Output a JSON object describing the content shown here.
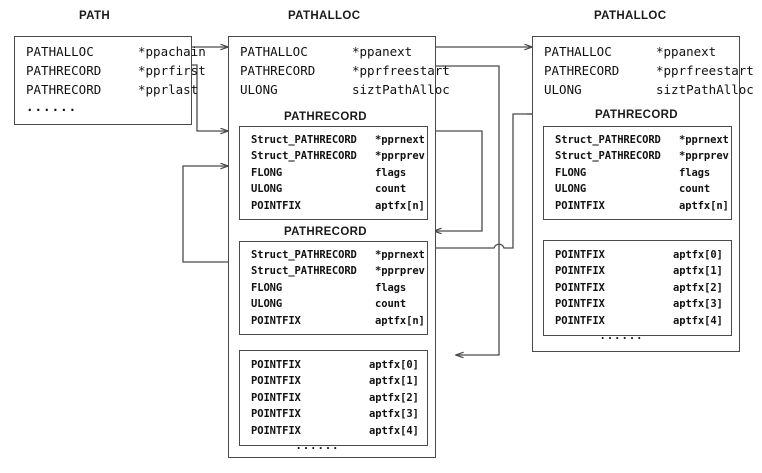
{
  "diagram": {
    "title": "PATH / PATHALLOC / PATHRECORD structure chain",
    "stroke_color": "#4a4a4a",
    "text_color": "#111111",
    "background": "#ffffff",
    "ellipsis": "......"
  },
  "captions": {
    "path": "PATH",
    "pathalloc_mid": "PATHALLOC",
    "pathalloc_right": "PATHALLOC",
    "pathrecord_mid_1": "PATHRECORD",
    "pathrecord_mid_2": "PATHRECORD",
    "pathrecord_right": "PATHRECORD"
  },
  "path_struct": {
    "fields": [
      {
        "type": "PATHALLOC",
        "name": "*ppachain"
      },
      {
        "type": "PATHRECORD",
        "name": "*pprfirst"
      },
      {
        "type": "PATHRECORD",
        "name": "*pprlast"
      }
    ],
    "more": "......"
  },
  "pathalloc_mid": {
    "fields": [
      {
        "type": "PATHALLOC",
        "name": "*ppanext"
      },
      {
        "type": "PATHRECORD",
        "name": "*pprfreestart"
      },
      {
        "type": "ULONG",
        "name": "siztPathAlloc"
      }
    ]
  },
  "pathalloc_right": {
    "fields": [
      {
        "type": "PATHALLOC",
        "name": "*ppanext"
      },
      {
        "type": "PATHRECORD",
        "name": "*pprfreestart"
      },
      {
        "type": "ULONG",
        "name": "siztPathAlloc"
      }
    ]
  },
  "pathrecord_mid_1": {
    "fields": [
      {
        "type": "Struct_PATHRECORD",
        "name": "*pprnext"
      },
      {
        "type": "Struct_PATHRECORD",
        "name": "*pprprev"
      },
      {
        "type": "FLONG",
        "name": "flags"
      },
      {
        "type": "ULONG",
        "name": "count"
      },
      {
        "type": "POINTFIX",
        "name": "aptfx[n]"
      }
    ]
  },
  "pathrecord_mid_2": {
    "fields": [
      {
        "type": "Struct_PATHRECORD",
        "name": "*pprnext"
      },
      {
        "type": "Struct_PATHRECORD",
        "name": "*pprprev"
      },
      {
        "type": "FLONG",
        "name": "flags"
      },
      {
        "type": "ULONG",
        "name": "count"
      },
      {
        "type": "POINTFIX",
        "name": "aptfx[n]"
      }
    ]
  },
  "pathrecord_right": {
    "fields": [
      {
        "type": "Struct_PATHRECORD",
        "name": "*pprnext"
      },
      {
        "type": "Struct_PATHRECORD",
        "name": "*pprprev"
      },
      {
        "type": "FLONG",
        "name": "flags"
      },
      {
        "type": "ULONG",
        "name": "count"
      },
      {
        "type": "POINTFIX",
        "name": "aptfx[n]"
      }
    ]
  },
  "pointfix_mid": {
    "fields": [
      {
        "type": "POINTFIX",
        "name": "aptfx[0]"
      },
      {
        "type": "POINTFIX",
        "name": "aptfx[1]"
      },
      {
        "type": "POINTFIX",
        "name": "aptfx[2]"
      },
      {
        "type": "POINTFIX",
        "name": "aptfx[3]"
      },
      {
        "type": "POINTFIX",
        "name": "aptfx[4]"
      }
    ],
    "more": "......"
  },
  "pointfix_right": {
    "fields": [
      {
        "type": "POINTFIX",
        "name": "aptfx[0]"
      },
      {
        "type": "POINTFIX",
        "name": "aptfx[1]"
      },
      {
        "type": "POINTFIX",
        "name": "aptfx[2]"
      },
      {
        "type": "POINTFIX",
        "name": "aptfx[3]"
      },
      {
        "type": "POINTFIX",
        "name": "aptfx[4]"
      }
    ],
    "more": "......"
  },
  "connectors": [
    {
      "id": "ppachain-to-pathalloc-mid",
      "from": "PATH.*ppachain",
      "to": "PATHALLOC(mid)"
    },
    {
      "id": "pprfirst-to-pathrecord-mid-1",
      "from": "PATH.*pprfirst",
      "to": "PATHRECORD(mid-1)"
    },
    {
      "id": "pprnext-mid1-to-pathrecord-mid2",
      "from": "PATHRECORD(mid-1).*pprnext",
      "to": "PATHRECORD(mid-2)"
    },
    {
      "id": "pprprev-mid2-to-pathrecord-mid1",
      "from": "PATHRECORD(mid-2).*pprprev",
      "to": "PATHRECORD(mid-1).flags"
    },
    {
      "id": "pprfreestart-to-pointfix-mid",
      "from": "PATHALLOC(mid).*pprfreestart",
      "to": "POINTFIX(mid)"
    },
    {
      "id": "ppanext-mid-to-pathalloc-right",
      "from": "PATHALLOC(mid).*ppanext",
      "to": "PATHALLOC(right)"
    },
    {
      "id": "pprnext-mid2-to-pathrecord-right",
      "from": "PATHRECORD(mid-2).*pprnext",
      "to": "PATHRECORD(right)"
    }
  ]
}
